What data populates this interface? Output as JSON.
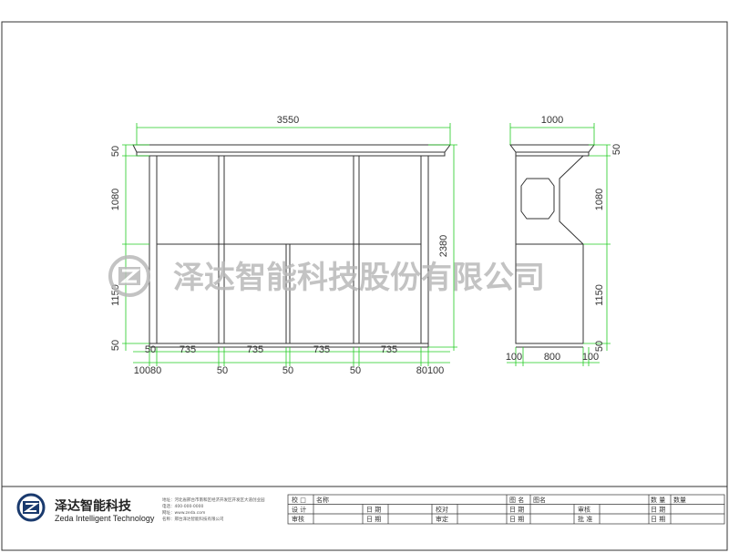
{
  "front_view": {
    "overall_width": "3550",
    "overall_height": "2380",
    "left_top_rail": "50",
    "left_upper_height": "1080",
    "left_lower_height": "1150",
    "left_bottom_rail": "50",
    "bottom_dims": [
      "50",
      "735",
      "735",
      "735",
      "735"
    ],
    "lower_dims": [
      "10080",
      "50",
      "50",
      "50",
      "80100"
    ]
  },
  "side_view": {
    "overall_depth": "1000",
    "right_top_rail": "50",
    "right_upper_height": "1080",
    "right_lower_height": "1150",
    "right_bottom_rail": "50",
    "bottom_dims": [
      "100",
      "800",
      "100"
    ]
  },
  "watermark": {
    "text": "泽达智能科技股份有限公司"
  },
  "title_block": {
    "brand_cn": "泽达智能科技",
    "brand_en": "Zeda Intelligent Technology",
    "address_lines": [
      "地址：河北省邢台市南和区经济开发区开发区大道创业园",
      "电话：400-000-0000",
      "网址：www.zeda.com",
      "名称：邢台泽达智能科技有限公司"
    ],
    "row1": [
      "校 □",
      "名称",
      "图 名",
      "图名",
      "数 量",
      "数量"
    ],
    "row2": [
      "设 计",
      "日 期",
      "校对",
      "日 期",
      "审核",
      "日 期"
    ],
    "row3": [
      "审核",
      "日 期",
      "审定",
      "日 期",
      "批 准",
      "日 期"
    ]
  },
  "colors": {
    "dimension_line": "#22cc22",
    "object_line": "#333333",
    "watermark": "#b9b9b9"
  }
}
